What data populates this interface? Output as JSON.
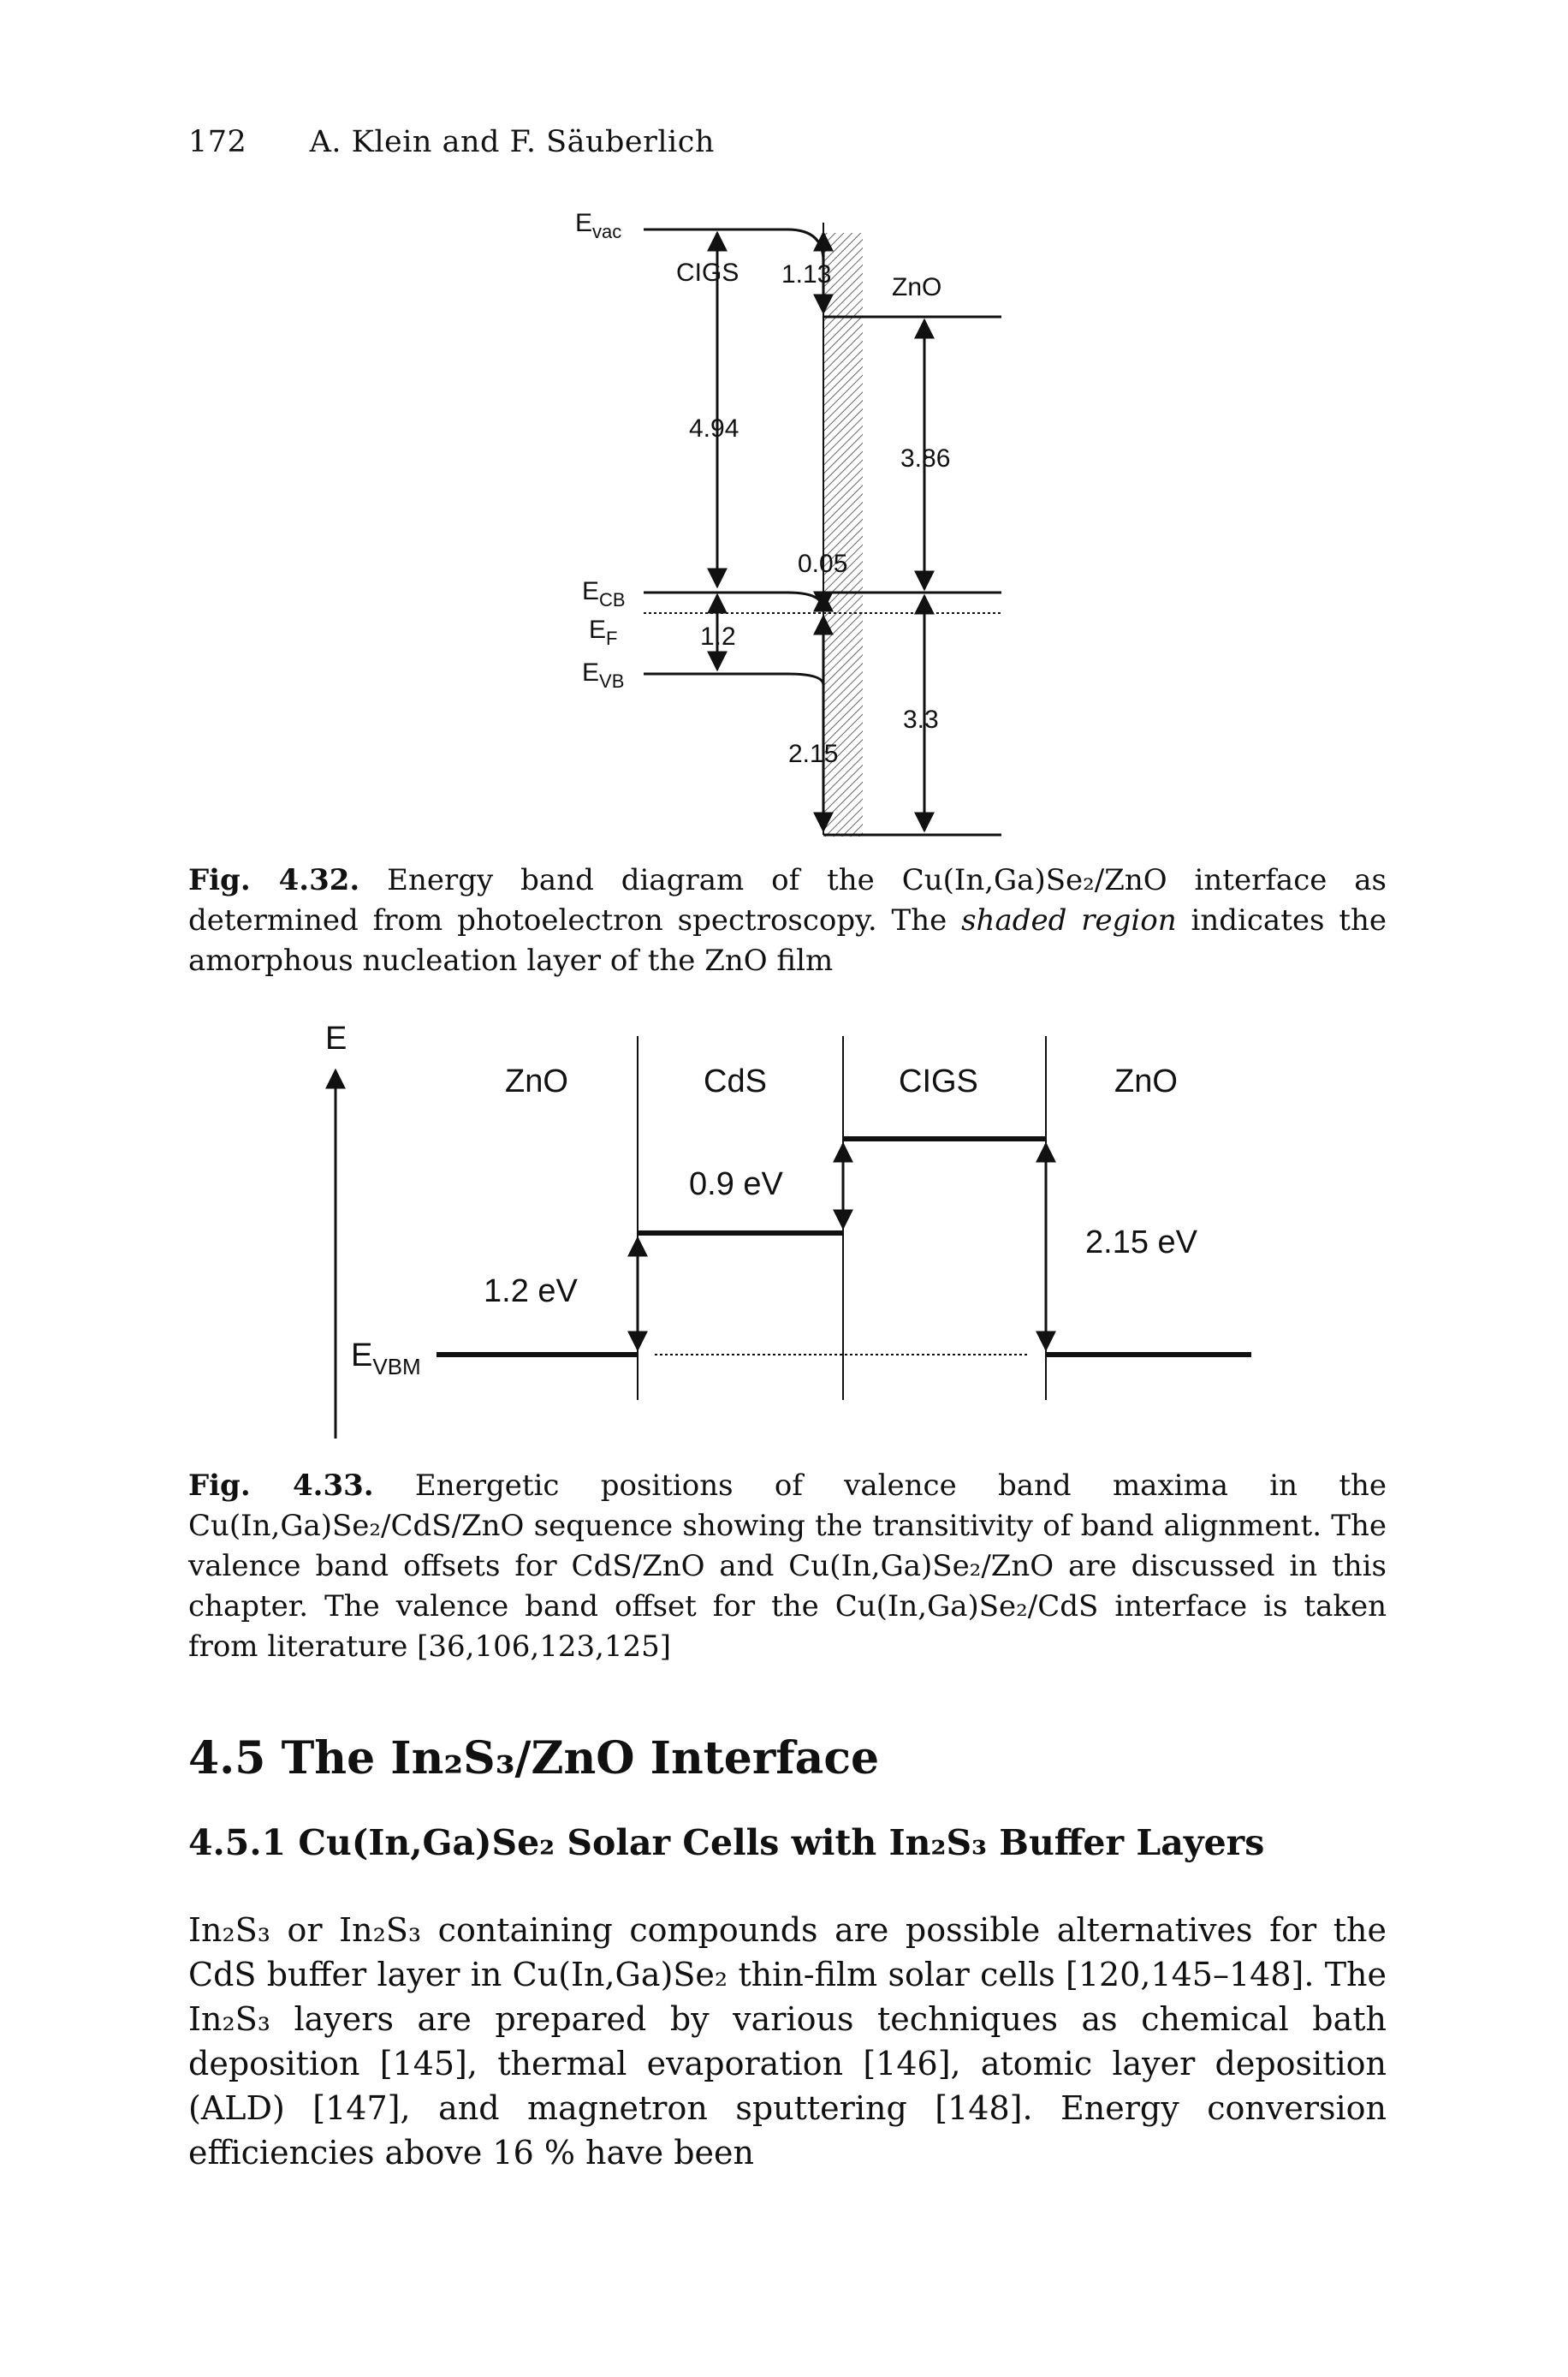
{
  "header": {
    "page_number": "172",
    "authors": "A. Klein and F. Säuberlich"
  },
  "fig432": {
    "label_evac": "E",
    "label_evac_sub": "vac",
    "label_ecb": "E",
    "label_ecb_sub": "CB",
    "label_ef": "E",
    "label_ef_sub": "F",
    "label_evb": "E",
    "label_evb_sub": "VB",
    "cigs": "CIGS",
    "zno": "ZnO",
    "v_113": "1.13",
    "v_494": "4.94",
    "v_386": "3.86",
    "v_005": "0.05",
    "v_12": "1.2",
    "v_33": "3.3",
    "v_215": "2.15",
    "caption_label": "Fig. 4.32.",
    "caption_text": " Energy band diagram of the Cu(In,Ga)Se₂/ZnO interface as determined from photoelectron spectroscopy. The ",
    "caption_italic": "shaded region",
    "caption_text2": " indicates the amorphous nucleation layer of the ZnO film"
  },
  "fig433": {
    "axis_e": "E",
    "evbm": "E",
    "evbm_sub": "VBM",
    "col1": "ZnO",
    "col2": "CdS",
    "col3": "CIGS",
    "col4": "ZnO",
    "v_09": "0.9 eV",
    "v_12": "1.2 eV",
    "v_215": "2.15 eV",
    "caption_label": "Fig. 4.33.",
    "caption_text": " Energetic positions of valence band maxima in the Cu(In,Ga)Se₂/CdS/ZnO sequence showing the transitivity of band alignment. The valence band offsets for CdS/ZnO and Cu(In,Ga)Se₂/ZnO are discussed in this chapter. The valence band offset for the Cu(In,Ga)Se₂/CdS interface is taken from literature [36,106,123,125]"
  },
  "section": {
    "title": "4.5 The In₂S₃/ZnO Interface",
    "subtitle": "4.5.1 Cu(In,Ga)Se₂ Solar Cells with In₂S₃ Buffer Layers"
  },
  "body_text": "In₂S₃ or In₂S₃ containing compounds are possible alternatives for the CdS buffer layer in Cu(In,Ga)Se₂ thin-film solar cells [120,145–148]. The In₂S₃ layers are prepared by various techniques as chemical bath deposition [145], thermal evaporation [146], atomic layer deposition (ALD) [147], and magnetron sputtering [148]. Energy conversion efficiencies above 16 % have been"
}
